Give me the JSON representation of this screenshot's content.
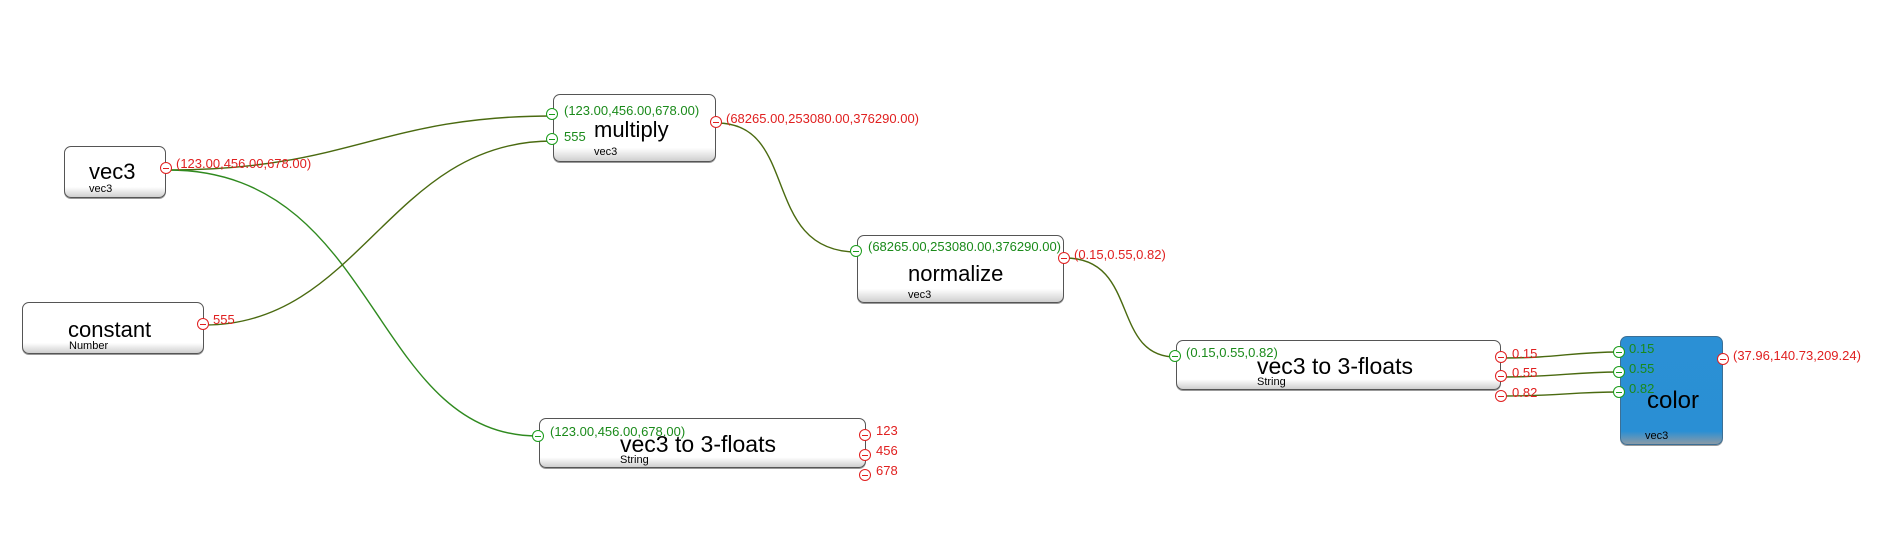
{
  "colors": {
    "input_port": "#1a9c1a",
    "output_port": "#e02020",
    "wire": "#2f8a1f",
    "color_node": "#2a8fd4"
  },
  "nodes": {
    "vec3": {
      "title": "vec3",
      "type": "vec3",
      "out": "(123.00,456.00,678.00)"
    },
    "constant": {
      "title": "constant",
      "type": "Number",
      "out": "555"
    },
    "multiply": {
      "title": "multiply",
      "type": "vec3",
      "in1": "(123.00,456.00,678.00)",
      "in2": "555",
      "out": "(68265.00,253080.00,376290.00)"
    },
    "normalize": {
      "title": "normalize",
      "type": "vec3",
      "in1": "(68265.00,253080.00,376290.00)",
      "out": "(0.15,0.55,0.82)"
    },
    "split1": {
      "title": "vec3 to 3-floats",
      "type": "String",
      "in1": "(123.00,456.00,678.00)",
      "out1": "123",
      "out2": "456",
      "out3": "678"
    },
    "split2": {
      "title": "vec3 to 3-floats",
      "type": "String",
      "in1": "(0.15,0.55,0.82)",
      "out1": "0.15",
      "out2": "0.55",
      "out3": "0.82"
    },
    "color": {
      "title": "color",
      "type": "vec3",
      "in1": "0.15",
      "in2": "0.55",
      "in3": "0.82",
      "out": "(37.96,140.73,209.24)"
    }
  }
}
